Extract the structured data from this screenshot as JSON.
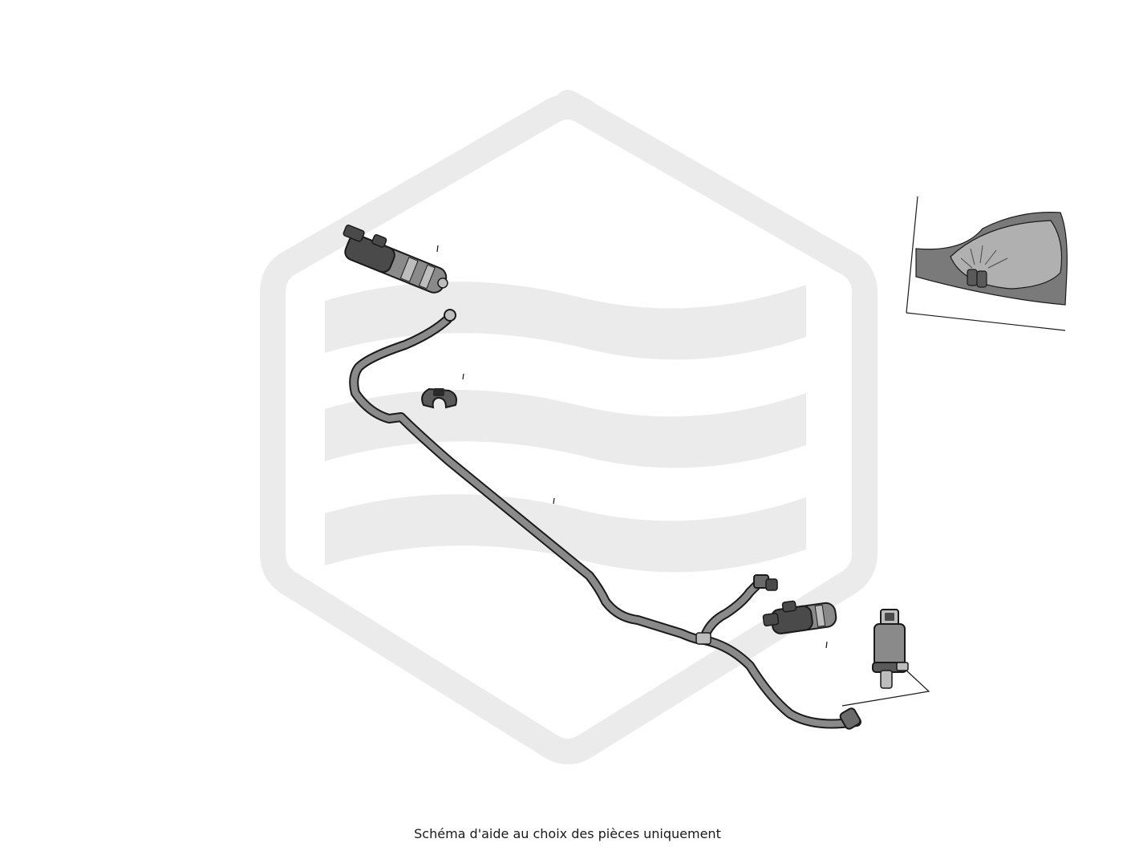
{
  "caption": "Schéma d'aide au choix des pièces uniquement",
  "colors": {
    "watermark": "#ebebeb",
    "part_dark": "#4a4a4a",
    "part_mid": "#8a8a8a",
    "part_light": "#bdbdbd",
    "outline": "#1a1a1a",
    "inset_fill": "#7a7a7a",
    "inset_inner": "#b0b0b0"
  },
  "parts": [
    {
      "name": "left-washer-nozzle-cylinder"
    },
    {
      "name": "hose-clip"
    },
    {
      "name": "main-washer-hose"
    },
    {
      "name": "hose-t-connector"
    },
    {
      "name": "right-washer-nozzle-cylinder"
    },
    {
      "name": "washer-pump"
    },
    {
      "name": "hose-end-connector"
    }
  ],
  "inset": {
    "name": "headlamp-washer-location-inset"
  },
  "watermark": {
    "name": "brand-hexagon-watermark"
  }
}
